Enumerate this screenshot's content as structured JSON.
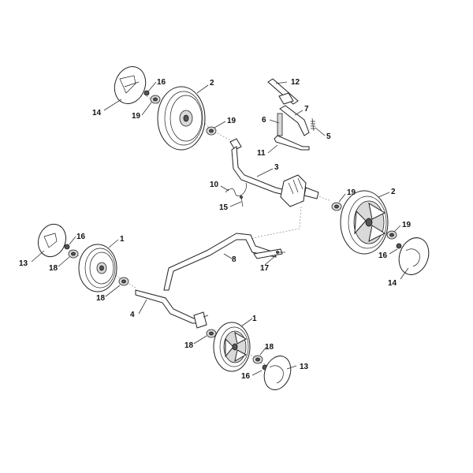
{
  "callouts": [
    {
      "id": "c12a",
      "text": "12"
    },
    {
      "id": "c7",
      "text": "7"
    },
    {
      "id": "c6",
      "text": "6"
    },
    {
      "id": "c5",
      "text": "5"
    },
    {
      "id": "c11",
      "text": "11"
    },
    {
      "id": "c3",
      "text": "3"
    },
    {
      "id": "c10",
      "text": "10"
    },
    {
      "id": "c15",
      "text": "15"
    },
    {
      "id": "c16a",
      "text": "16"
    },
    {
      "id": "c2a",
      "text": "2"
    },
    {
      "id": "c14a",
      "text": "14"
    },
    {
      "id": "c19a",
      "text": "19"
    },
    {
      "id": "c19b",
      "text": "19"
    },
    {
      "id": "c19c",
      "text": "19"
    },
    {
      "id": "c2b",
      "text": "2"
    },
    {
      "id": "c19d",
      "text": "19"
    },
    {
      "id": "c16b",
      "text": "16"
    },
    {
      "id": "c14b",
      "text": "14"
    },
    {
      "id": "c16c",
      "text": "16"
    },
    {
      "id": "c1a",
      "text": "1"
    },
    {
      "id": "c13a",
      "text": "13"
    },
    {
      "id": "c18a",
      "text": "18"
    },
    {
      "id": "c18b",
      "text": "18"
    },
    {
      "id": "c8",
      "text": "8"
    },
    {
      "id": "c17",
      "text": "17"
    },
    {
      "id": "c4",
      "text": "4"
    },
    {
      "id": "c1b",
      "text": "1"
    },
    {
      "id": "c18c",
      "text": "18"
    },
    {
      "id": "c18d",
      "text": "18"
    },
    {
      "id": "c13b",
      "text": "13"
    },
    {
      "id": "c16d",
      "text": "16"
    }
  ]
}
